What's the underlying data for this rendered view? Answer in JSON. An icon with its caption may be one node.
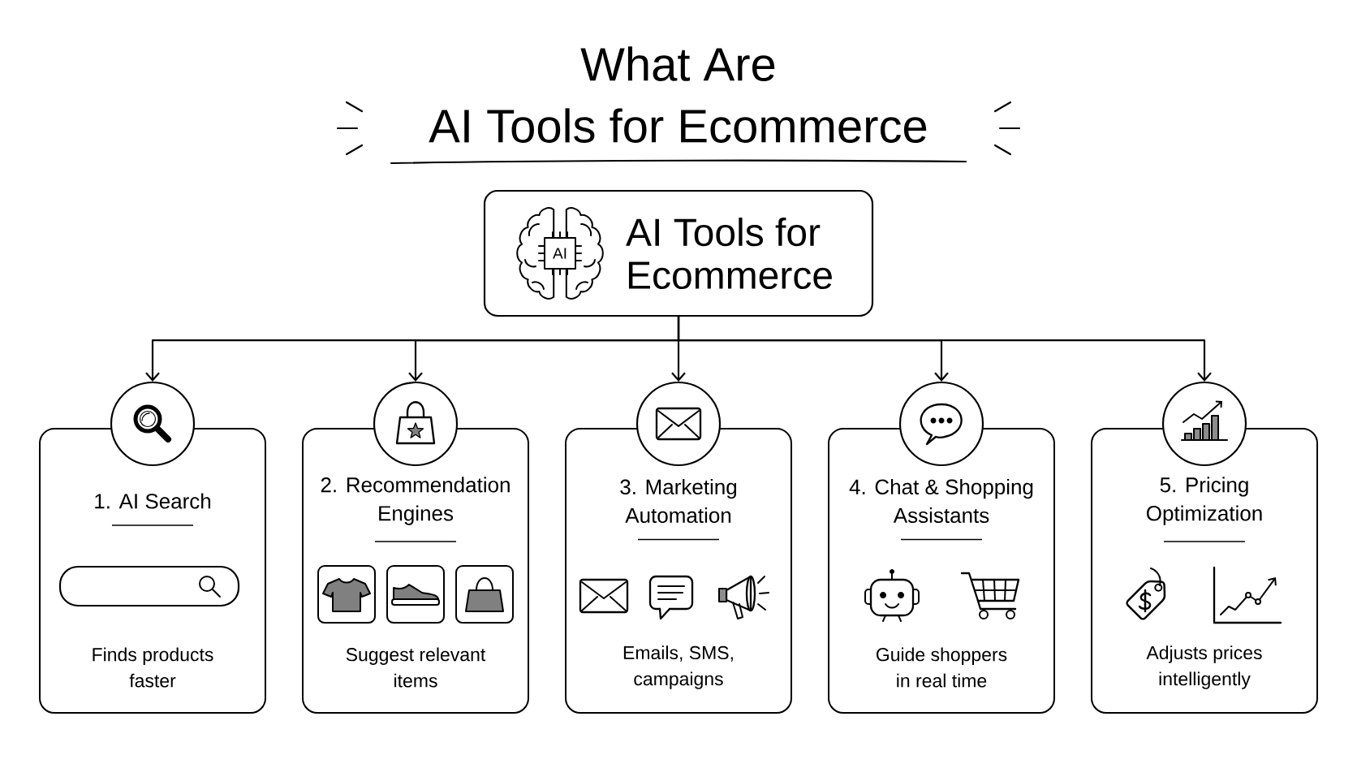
{
  "diagram": {
    "title": "What Are AI Tools for Ecommerce",
    "nodes": [
      {
        "text": [
          "AI Tools for Ecommerce"
        ]
      },
      {
        "text": [],
        "shape": "circle"
      },
      {
        "text": [
          "1. AI Search",
          "Finds products faster"
        ]
      },
      {
        "text": [],
        "shape": "circle"
      },
      {
        "text": [
          "2. Recommendation Engines",
          "Suggest relevant items"
        ]
      },
      {
        "text": [],
        "shape": "circle"
      },
      {
        "text": [
          "3. Marketing Automation",
          "Emails, SMS, campaigns"
        ]
      },
      {
        "text": [],
        "shape": "circle"
      },
      {
        "text": [
          "4. Chat & Shopping Assistants",
          "Guide shoppers in real time"
        ]
      },
      {
        "text": [],
        "shape": "circle"
      },
      {
        "text": [
          "5. Pricing Optimization",
          "Adjusts prices intelligently"
        ]
      }
    ],
    "edges": [
      {
        "from": 0,
        "to": 1,
        "arrow": "to"
      },
      {
        "from": 0,
        "to": 3,
        "arrow": "to"
      },
      {
        "from": 0,
        "to": 5,
        "arrow": "to"
      },
      {
        "from": 0,
        "to": 7,
        "arrow": "to"
      },
      {
        "from": 0,
        "to": 9,
        "arrow": "to"
      }
    ],
    "labels": [
      "AI"
    ]
  }
}
